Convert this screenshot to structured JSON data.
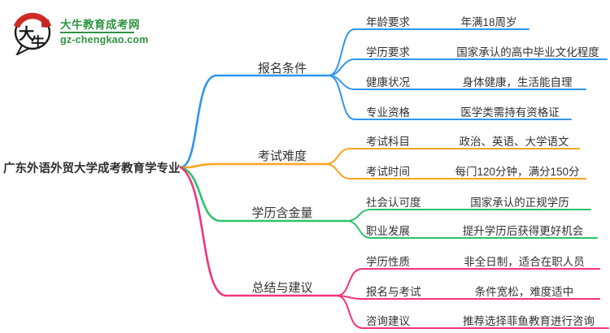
{
  "logo": {
    "site_name": "大牛教育成考网",
    "site_url": "gz-chengkao.com",
    "brand_green": "#2E9442",
    "icon_char_1": "大",
    "icon_char_2": "牛"
  },
  "mindmap": {
    "root": {
      "label": "广东外语外贸大学成考教育学专业"
    },
    "branches": [
      {
        "label": "报名条件",
        "color": "#2E97F2",
        "children": [
          {
            "label": "年龄要求",
            "value": "年满18周岁"
          },
          {
            "label": "学历要求",
            "value": "国家承认的高中毕业文化程度"
          },
          {
            "label": "健康状况",
            "value": "身体健康，生活能自理"
          },
          {
            "label": "专业资格",
            "value": "医学类需持有资格证"
          }
        ]
      },
      {
        "label": "考试难度",
        "color": "#F9A41E",
        "children": [
          {
            "label": "考试科目",
            "value": "政治、英语、大学语文"
          },
          {
            "label": "考试时间",
            "value": "每门120分钟，满分150分"
          }
        ]
      },
      {
        "label": "学历含金量",
        "color": "#2CC36B",
        "children": [
          {
            "label": "社会认可度",
            "value": "国家承认的正规学历"
          },
          {
            "label": "职业发展",
            "value": "提升学历后获得更好机会"
          }
        ]
      },
      {
        "label": "总结与建议",
        "color": "#F5337E",
        "children": [
          {
            "label": "学历性质",
            "value": "非全日制，适合在职人员"
          },
          {
            "label": "报名与考试",
            "value": "条件宽松，难度适中"
          },
          {
            "label": "咨询建议",
            "value": "推荐选择菲鱼教育进行咨询"
          }
        ]
      }
    ]
  }
}
